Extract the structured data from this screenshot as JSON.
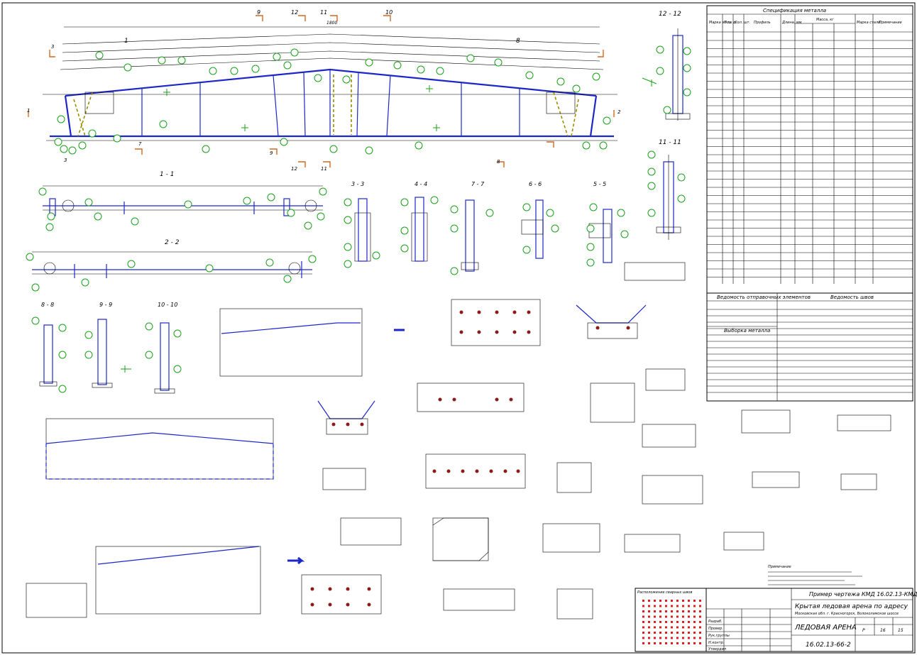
{
  "sections": {
    "s12_12": "12 - 12",
    "s11_11": "11 - 11",
    "s1_1": "1 - 1",
    "s2_2": "2 - 2",
    "s3_3": "3 - 3",
    "s4_4": "4 - 4",
    "s7_7": "7 - 7",
    "s6_6": "6 - 6",
    "s5_5": "5 - 5",
    "s8_8": "8 - 8",
    "s9_9": "9 - 9",
    "s10_10": "10 - 10"
  },
  "spec": {
    "title": "Спецификация металла",
    "headers": [
      "Марка эл-та",
      "Поз. д.",
      "Кол. шт.",
      "Профиль",
      "Длина, мм",
      "Масса, кг",
      "Марка стали",
      "Примечание"
    ]
  },
  "mark_table": {
    "title": "Ведомость отправочных элементов"
  },
  "welds_table": {
    "title": "Ведомость швов"
  },
  "bolts_table": {
    "title": "Выборка металла"
  },
  "notes_title": "Примечание",
  "weld_scheme_title": "Расположение сварных швов",
  "title_block": {
    "top": "Пример чертежа КМД  16.02.13-КМД",
    "main": "Крытая ледовая арена по адресу",
    "sub": "Московская обл. г. Красногорск, Волоколамское шоссе",
    "object": "ЛЕДОВАЯ АРЕНА",
    "code": "16.02.13-66-2",
    "stage": "Р",
    "sheet": "16",
    "sheets": "15",
    "roles": [
      "Разраб.",
      "Провер.",
      "Рук.группы",
      "Н.контр.",
      "Утвердил"
    ]
  }
}
